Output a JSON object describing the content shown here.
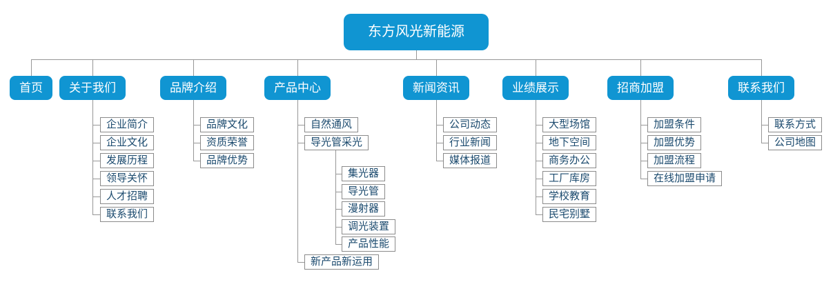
{
  "sitemap": {
    "title": "东方风光新能源",
    "colors": {
      "background": "#ffffff",
      "node_fill": "#1095d2",
      "node_text": "#ffffff",
      "leaf_text": "#1b4a6e",
      "leaf_border": "#8a8a8a",
      "connector": "#969696"
    },
    "root": {
      "label": "东方风光新能源",
      "children": [
        {
          "label": "首页",
          "children": []
        },
        {
          "label": "关于我们",
          "children": [
            {
              "label": "企业简介"
            },
            {
              "label": "企业文化"
            },
            {
              "label": "发展历程"
            },
            {
              "label": "领导关怀"
            },
            {
              "label": "人才招聘"
            },
            {
              "label": "联系我们"
            }
          ]
        },
        {
          "label": "品牌介绍",
          "children": [
            {
              "label": "品牌文化"
            },
            {
              "label": "资质荣誉"
            },
            {
              "label": "品牌优势"
            }
          ]
        },
        {
          "label": "产品中心",
          "children": [
            {
              "label": "自然通风"
            },
            {
              "label": "导光管采光",
              "children": [
                {
                  "label": "集光器"
                },
                {
                  "label": "导光管"
                },
                {
                  "label": "漫射器"
                },
                {
                  "label": "调光装置"
                },
                {
                  "label": "产品性能"
                }
              ]
            },
            {
              "label": "新产品新运用"
            }
          ]
        },
        {
          "label": "新闻资讯",
          "children": [
            {
              "label": "公司动态"
            },
            {
              "label": "行业新闻"
            },
            {
              "label": "媒体报道"
            }
          ]
        },
        {
          "label": "业绩展示",
          "children": [
            {
              "label": "大型场馆"
            },
            {
              "label": "地下空间"
            },
            {
              "label": "商务办公"
            },
            {
              "label": "工厂库房"
            },
            {
              "label": "学校教育"
            },
            {
              "label": "民宅别墅"
            }
          ]
        },
        {
          "label": "招商加盟",
          "children": [
            {
              "label": "加盟条件"
            },
            {
              "label": "加盟优势"
            },
            {
              "label": "加盟流程"
            },
            {
              "label": "在线加盟申请"
            }
          ]
        },
        {
          "label": "联系我们",
          "children": [
            {
              "label": "联系方式"
            },
            {
              "label": "公司地图"
            }
          ]
        }
      ]
    }
  }
}
